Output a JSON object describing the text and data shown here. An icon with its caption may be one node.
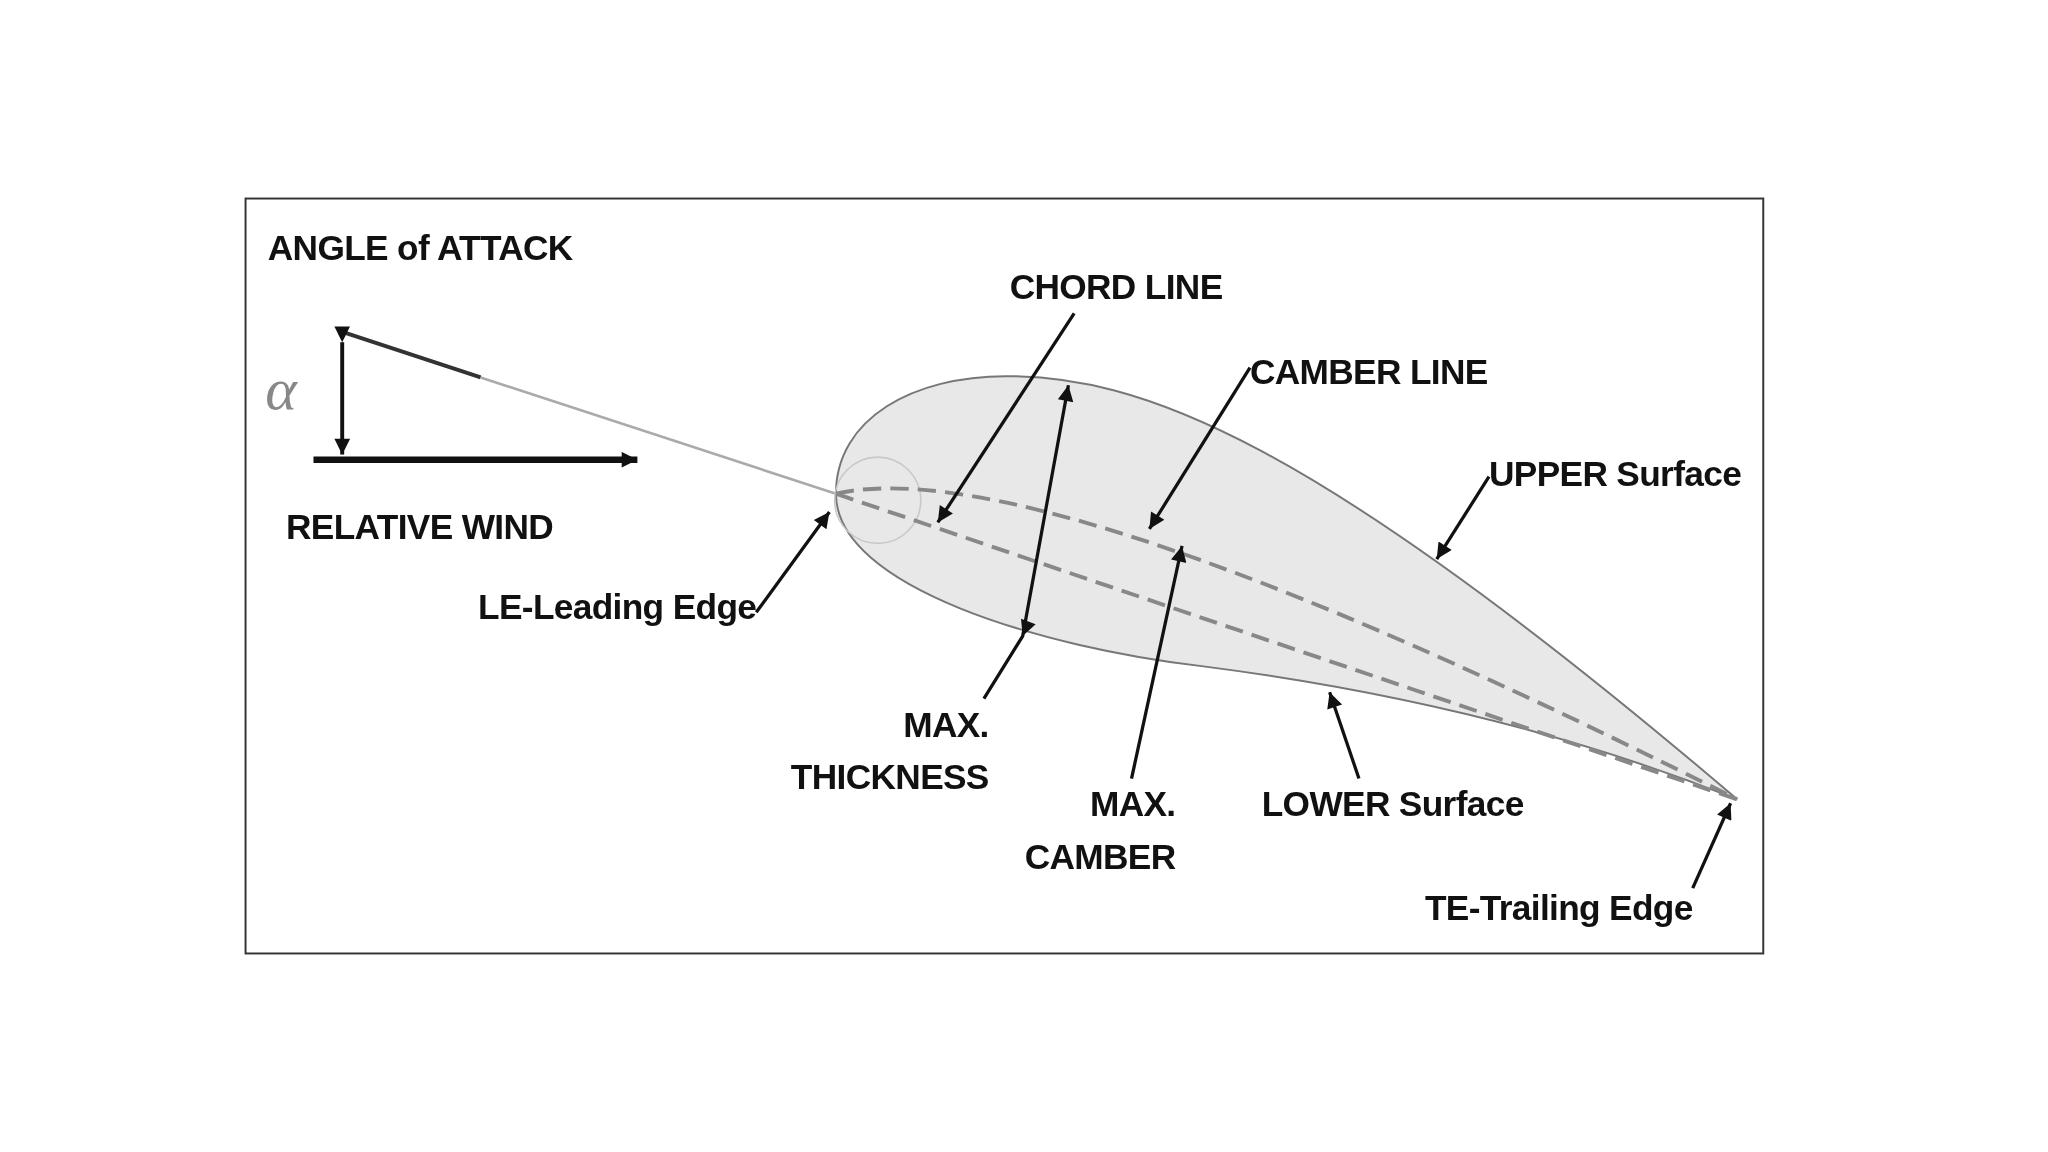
{
  "diagram": {
    "title": "ANGLE of ATTACK",
    "nodes": [
      {
        "text": [
          "CHORD LINE"
        ]
      },
      {
        "text": [
          "CAMBER LINE"
        ]
      },
      {
        "text": [
          "UPPER Surface"
        ]
      },
      {
        "text": [
          "LE-Leading Edge"
        ]
      },
      {
        "text": [
          "MAX. THICKNESS"
        ]
      },
      {
        "text": [
          "MAX. CAMBER"
        ]
      },
      {
        "text": [
          "LOWER Surface"
        ]
      },
      {
        "text": [
          "TE-Trailing Edge"
        ]
      }
    ],
    "edges": [
      {
        "from": 0,
        "to": null,
        "arrow": "to"
      },
      {
        "from": 1,
        "to": null,
        "arrow": "to"
      },
      {
        "from": 2,
        "to": null,
        "arrow": "to"
      },
      {
        "from": 3,
        "to": null,
        "arrow": "to"
      },
      {
        "from": 4,
        "to": null,
        "arrow": "to"
      },
      {
        "from": 5,
        "to": null,
        "arrow": "to"
      },
      {
        "from": 6,
        "to": null,
        "arrow": "to"
      },
      {
        "from": 7,
        "to": null,
        "arrow": "to"
      }
    ],
    "labels": [
      "α",
      "RELATIVE WIND"
    ]
  }
}
